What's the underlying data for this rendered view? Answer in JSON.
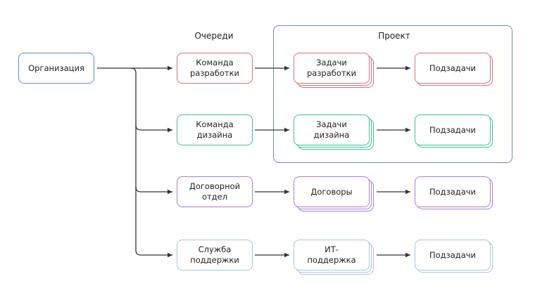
{
  "headers": {
    "queues": "Очереди",
    "project": "Проект"
  },
  "organization": {
    "label": "Организация",
    "color": "#5b8ed1"
  },
  "rows": [
    {
      "queue": "Команда\nразработки",
      "tasks": "Задачи\nразработки",
      "subtasks": "Подзадачи",
      "color": "#e0707a",
      "in_project": true
    },
    {
      "queue": "Команда\nдизайна",
      "tasks": "Задачи\nдизайна",
      "subtasks": "Подзадачи",
      "color": "#3dc28e",
      "in_project": true
    },
    {
      "queue": "Договорной\nотдел",
      "tasks": "Договоры",
      "subtasks": "Подзадачи",
      "color": "#a97fd4",
      "in_project": false
    },
    {
      "queue": "Служба\nподдержки",
      "tasks": "ИТ-\nподдержка",
      "subtasks": "Подзадачи",
      "color": "#a9c4e8",
      "in_project": false
    }
  ],
  "project_border_color": "#6b8fb8",
  "line_color": "#333333"
}
